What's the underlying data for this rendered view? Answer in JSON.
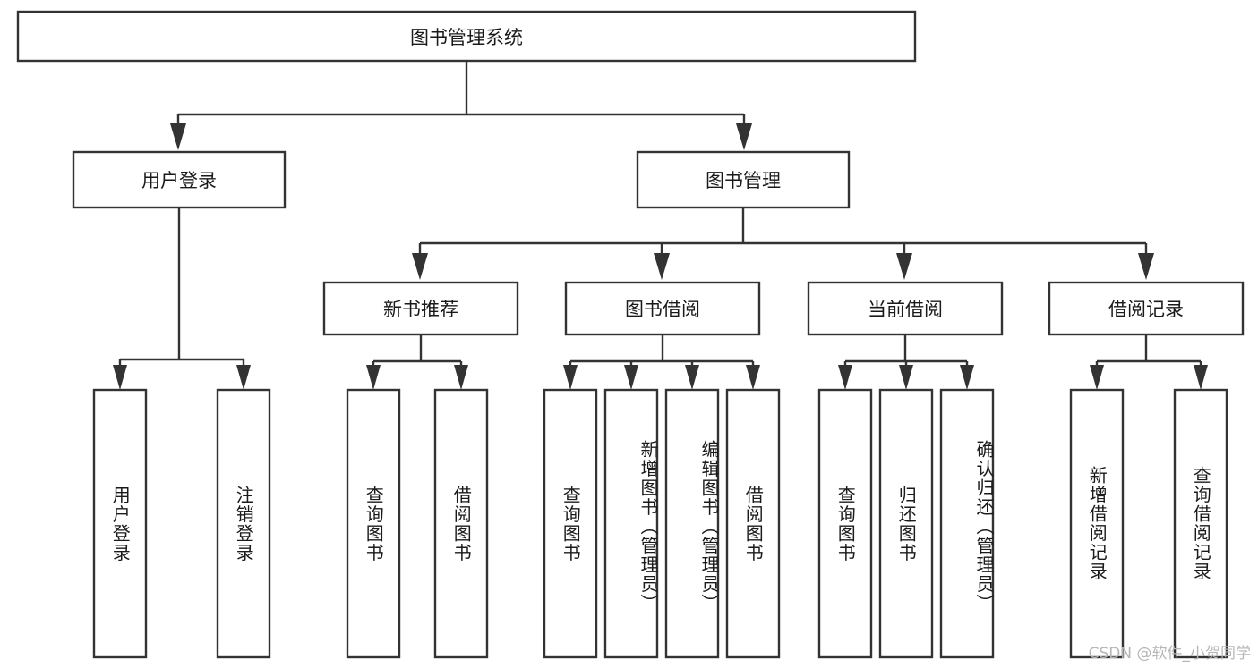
{
  "diagram": {
    "title": "图书管理系统",
    "watermark": "CSDN @软件_小贺同学",
    "colors": {
      "box_stroke": "#333333",
      "box_fill": "#ffffff",
      "text": "#1a1a1a",
      "watermark": "#b6b6b6",
      "background": "#ffffff"
    },
    "root": {
      "label": "图书管理系统"
    },
    "level2": [
      {
        "label": "用户登录"
      },
      {
        "label": "图书管理"
      }
    ],
    "level3": [
      {
        "label": "新书推荐"
      },
      {
        "label": "图书借阅"
      },
      {
        "label": "当前借阅"
      },
      {
        "label": "借阅记录"
      }
    ],
    "leaves": {
      "user_login": [
        {
          "label": "用户登录"
        },
        {
          "label": "注销登录"
        }
      ],
      "new_book_recommend": [
        {
          "label": "查询图书"
        },
        {
          "label": "借阅图书"
        }
      ],
      "book_borrow": [
        {
          "label": "查询图书"
        },
        {
          "label": "新增图书（管理员）"
        },
        {
          "label": "编辑图书（管理员）"
        },
        {
          "label": "借阅图书"
        }
      ],
      "current_borrow": [
        {
          "label": "查询图书"
        },
        {
          "label": "归还图书"
        },
        {
          "label": "确认归还（管理员）"
        }
      ],
      "borrow_record": [
        {
          "label": "新增借阅记录"
        },
        {
          "label": "查询借阅记录"
        }
      ]
    }
  }
}
